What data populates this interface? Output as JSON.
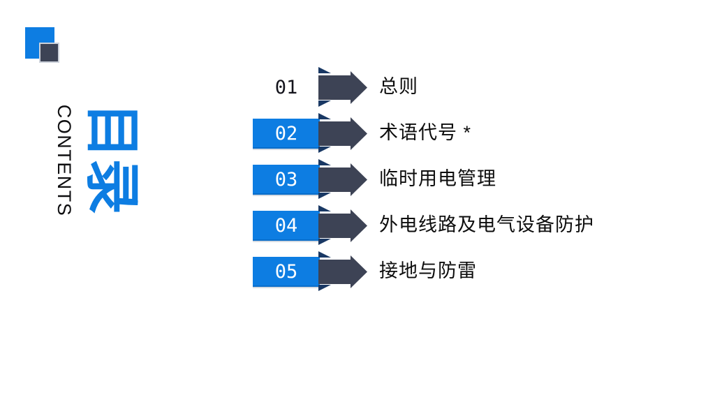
{
  "header": {
    "title_cn": "目录",
    "title_en": "CONTENTS"
  },
  "items": [
    {
      "num": "01",
      "label": "总则"
    },
    {
      "num": "02",
      "label": "术语代号 *"
    },
    {
      "num": "03",
      "label": "临时用电管理"
    },
    {
      "num": "04",
      "label": "外电线路及电气设备防护"
    },
    {
      "num": "05",
      "label": "接地与防雷"
    }
  ],
  "colors": {
    "accent_blue": "#0d7de2",
    "arrow_dark": "#3d4355",
    "fold_navy": "#193864",
    "text_dark": "#0d0d0d",
    "number_on_blue": "#ffffff"
  }
}
